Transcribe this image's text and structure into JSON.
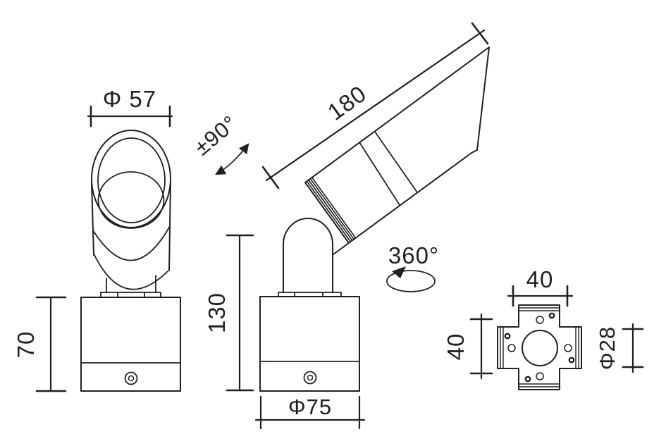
{
  "drawing": {
    "type": "technical-dimension-drawing",
    "background_color": "#ffffff",
    "line_color": "#231f20",
    "views": {
      "front": {
        "head_diameter_label": "Φ 57",
        "base_height_label": "70"
      },
      "side": {
        "body_length_label": "180",
        "tilt_range_label": "±90°",
        "swivel_range_label": "360°",
        "overall_height_label": "130",
        "base_diameter_label": "Φ75"
      },
      "mounting_plate": {
        "width_label": "40",
        "depth_label": "40",
        "center_hole_label": "Φ28"
      }
    }
  }
}
